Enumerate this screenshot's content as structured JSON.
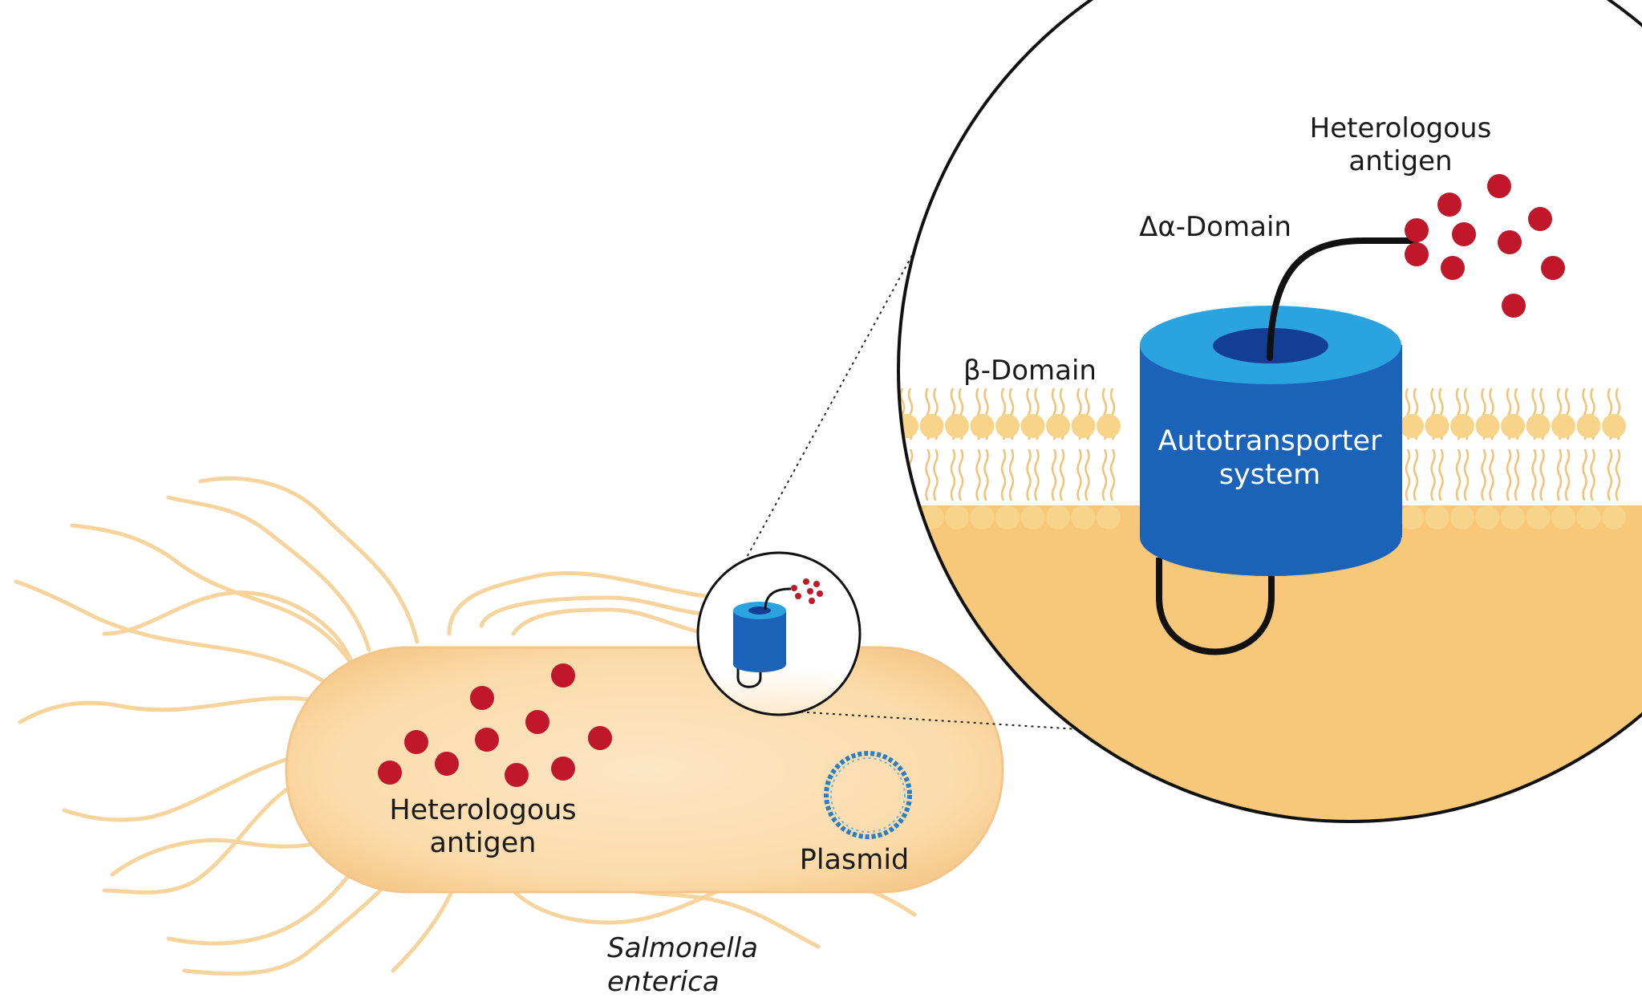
{
  "labels": {
    "heterologous_antigen_cell": [
      "Heterologous",
      "antigen"
    ],
    "plasmid": "Plasmid",
    "organism": [
      "Salmonella",
      "enterica"
    ],
    "heterologous_antigen_zoom": [
      "Heterologous",
      "antigen"
    ],
    "alpha_domain": "Δα-Domain",
    "beta_domain": "β-Domain",
    "autotransporter": [
      "Autotransporter",
      "system"
    ]
  },
  "colors": {
    "antigen": "#c0182a",
    "cylinder_top": "#2aa3de",
    "cylinder_body": "#1a63b8",
    "cylinder_hole": "#123f93",
    "membrane": "#f8d38a",
    "cytoplasm": "#f7c87a",
    "cell_fill": "#fce0b4",
    "flagella": "#f6d49c",
    "plasmid": "#2a7ec4"
  },
  "icons": [
    "antigen-dot",
    "plasmid-ring",
    "autotransporter-cylinder",
    "lipid-bilayer",
    "flagellum"
  ]
}
